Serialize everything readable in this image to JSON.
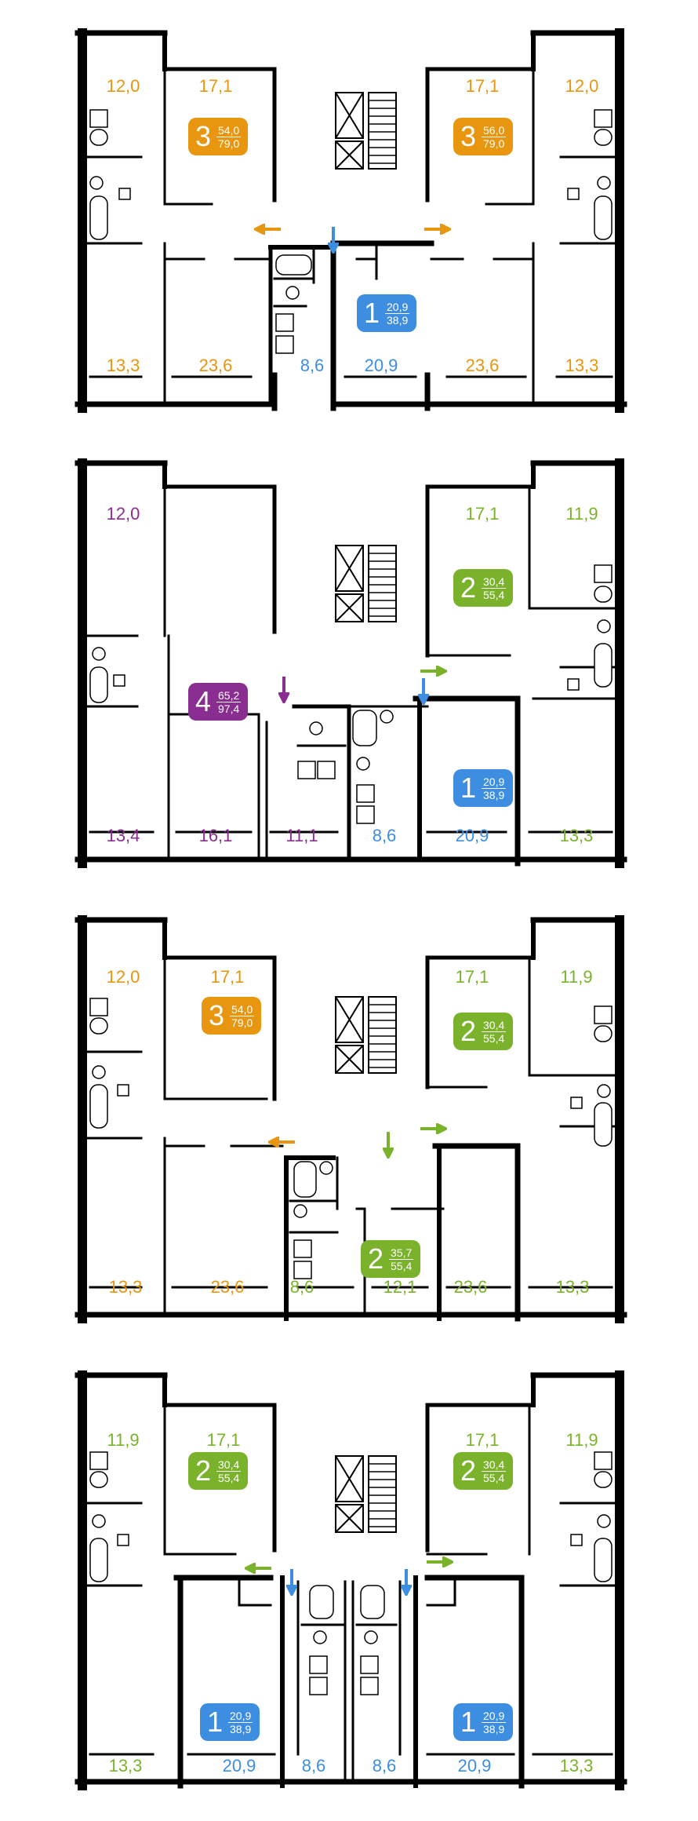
{
  "colors": {
    "three_room": "#e8950f",
    "four_room": "#8a2d91",
    "two_room": "#7ab22c",
    "one_room": "#3d8ee0",
    "walls": "#000000"
  },
  "plans": [
    {
      "rooms": [
        {
          "label": "12,0",
          "color": "three_room"
        },
        {
          "label": "17,1",
          "color": "three_room"
        },
        {
          "label": "17,1",
          "color": "three_room"
        },
        {
          "label": "12,0",
          "color": "three_room"
        },
        {
          "label": "13,3",
          "color": "three_room"
        },
        {
          "label": "23,6",
          "color": "three_room"
        },
        {
          "label": "8,6",
          "color": "one_room"
        },
        {
          "label": "20,9",
          "color": "one_room"
        },
        {
          "label": "23,6",
          "color": "three_room"
        },
        {
          "label": "13,3",
          "color": "three_room"
        }
      ],
      "badges": [
        {
          "rooms": "3",
          "living": "54,0",
          "total": "79,0",
          "color": "three_room"
        },
        {
          "rooms": "3",
          "living": "56,0",
          "total": "79,0",
          "color": "three_room"
        },
        {
          "rooms": "1",
          "living": "20,9",
          "total": "38,9",
          "color": "one_room"
        }
      ]
    },
    {
      "rooms": [
        {
          "label": "12,0",
          "color": "four_room"
        },
        {
          "label": "17,1",
          "color": "two_room"
        },
        {
          "label": "11,9",
          "color": "two_room"
        },
        {
          "label": "13,4",
          "color": "four_room"
        },
        {
          "label": "16,1",
          "color": "four_room"
        },
        {
          "label": "11,1",
          "color": "four_room"
        },
        {
          "label": "8,6",
          "color": "one_room"
        },
        {
          "label": "20,9",
          "color": "one_room"
        },
        {
          "label": "13,3",
          "color": "two_room"
        }
      ],
      "badges": [
        {
          "rooms": "2",
          "living": "30,4",
          "total": "55,4",
          "color": "two_room"
        },
        {
          "rooms": "4",
          "living": "65,2",
          "total": "97,4",
          "color": "four_room"
        },
        {
          "rooms": "1",
          "living": "20,9",
          "total": "38,9",
          "color": "one_room"
        }
      ]
    },
    {
      "rooms": [
        {
          "label": "12,0",
          "color": "three_room"
        },
        {
          "label": "17,1",
          "color": "three_room"
        },
        {
          "label": "17,1",
          "color": "two_room"
        },
        {
          "label": "11,9",
          "color": "two_room"
        },
        {
          "label": "13,3",
          "color": "three_room"
        },
        {
          "label": "23,6",
          "color": "three_room"
        },
        {
          "label": "8,6",
          "color": "two_room"
        },
        {
          "label": "12,1",
          "color": "two_room"
        },
        {
          "label": "23,6",
          "color": "two_room"
        },
        {
          "label": "13,3",
          "color": "two_room"
        }
      ],
      "badges": [
        {
          "rooms": "3",
          "living": "54,0",
          "total": "79,0",
          "color": "three_room"
        },
        {
          "rooms": "2",
          "living": "30,4",
          "total": "55,4",
          "color": "two_room"
        },
        {
          "rooms": "2",
          "living": "35,7",
          "total": "55,4",
          "color": "two_room"
        }
      ]
    },
    {
      "rooms": [
        {
          "label": "11,9",
          "color": "two_room"
        },
        {
          "label": "17,1",
          "color": "two_room"
        },
        {
          "label": "17,1",
          "color": "two_room"
        },
        {
          "label": "11,9",
          "color": "two_room"
        },
        {
          "label": "13,3",
          "color": "two_room"
        },
        {
          "label": "20,9",
          "color": "one_room"
        },
        {
          "label": "8,6",
          "color": "one_room"
        },
        {
          "label": "8,6",
          "color": "one_room"
        },
        {
          "label": "20,9",
          "color": "one_room"
        },
        {
          "label": "13,3",
          "color": "two_room"
        }
      ],
      "badges": [
        {
          "rooms": "2",
          "living": "30,4",
          "total": "55,4",
          "color": "two_room"
        },
        {
          "rooms": "2",
          "living": "30,4",
          "total": "55,4",
          "color": "two_room"
        },
        {
          "rooms": "1",
          "living": "20,9",
          "total": "38,9",
          "color": "one_room"
        },
        {
          "rooms": "1",
          "living": "20,9",
          "total": "38,9",
          "color": "one_room"
        }
      ]
    }
  ]
}
